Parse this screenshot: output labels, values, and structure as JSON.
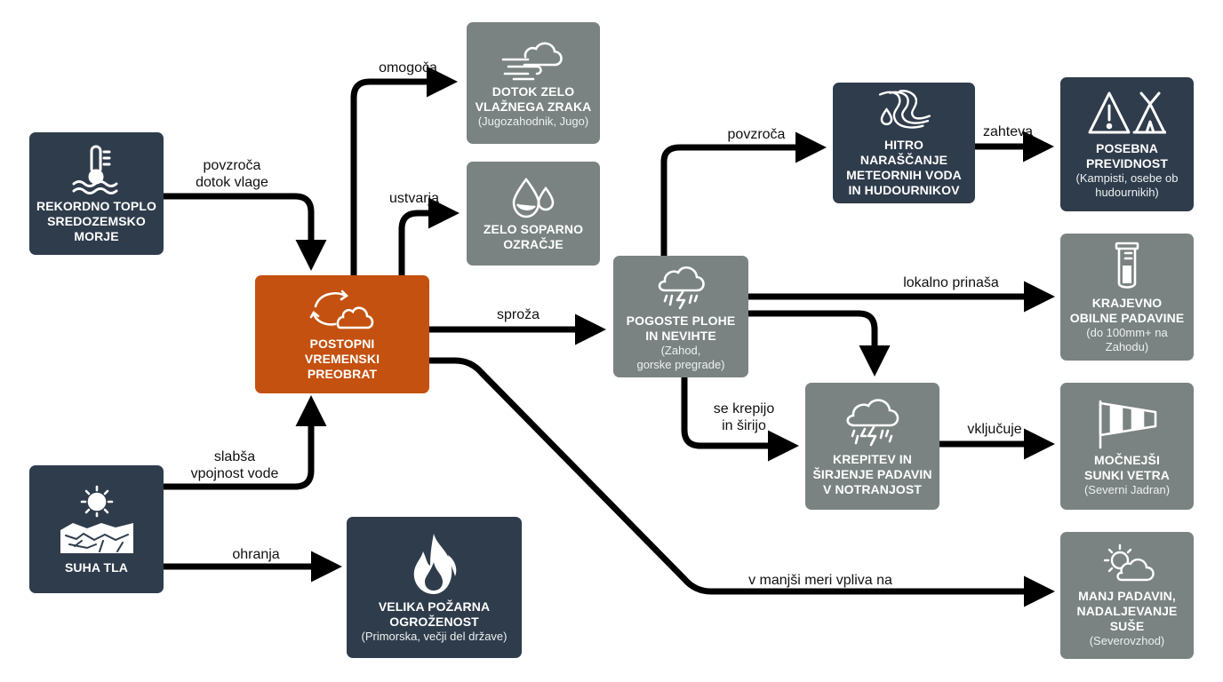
{
  "nodes": {
    "warm_sea": {
      "title": "REKORDNO TOPLO\nSREDOZEMSKO\nMORJE"
    },
    "dry_soil": {
      "title": "SUHA TLA"
    },
    "center": {
      "title": "POSTOPNI\nVREMENSKI\nPREOBRAT"
    },
    "humid_air": {
      "title": "DOTOK ZELO\nVLAŽNEGA ZRAKA",
      "sub": "(Jugozahodnik, Jugo)"
    },
    "sultry": {
      "title": "ZELO SOPARNO\nOZRAČJE"
    },
    "fire": {
      "title": "VELIKA POŽARNA\nOGROŽENOST",
      "sub": "(Primorska, večji del države)"
    },
    "showers": {
      "title": "POGOSTE PLOHE\nIN NEVIHTE",
      "sub": "(Zahod,\ngorske pregrade)"
    },
    "rising": {
      "title": "HITRO NARAŠČANJE\nMETEORNIH VODA\nIN HUDOURNIKOV"
    },
    "caution": {
      "title": "POSEBNA\nPREVIDNOST",
      "sub": "(Kampisti, osebe ob\nhudournikih)"
    },
    "heavy": {
      "title": "KRAJEVNO\nOBILNE PADAVINE",
      "sub": "(do 100mm+ na\nZahodu)"
    },
    "inland": {
      "title": "KREPITEV IN\nŠIRJENJE PADAVIN\nV NOTRANJOST"
    },
    "wind": {
      "title": "MOČNEJŠI\nSUNKI VETRA",
      "sub": "(Severni Jadran)"
    },
    "less_rain": {
      "title": "MANJ PADAVIN,\nNADALJEVANJE\nSUŠE",
      "sub": "(Severovzhod)"
    }
  },
  "edges": {
    "sea_center": "povzroča\ndotok vlage",
    "soil_center": "slabša\nvpojnost vode",
    "soil_fire": "ohranja",
    "center_humid": "omogoča",
    "center_sultry": "ustvarja",
    "center_showers": "sproža",
    "center_less": "v manjši meri vpliva na",
    "showers_rising": "povzroča",
    "rising_caution": "zahteva",
    "showers_heavy": "lokalno prinaša",
    "showers_inland": "se krepijo\nin širijo",
    "inland_wind": "vključuje"
  },
  "icons": {
    "warm_sea": "thermometer-waves-icon",
    "dry_soil": "sun-cracked-soil-icon",
    "center": "cycle-cloud-icon",
    "humid_air": "wind-cloud-icon",
    "sultry": "water-drops-icon",
    "fire": "flame-icon",
    "showers": "thunder-cloud-icon",
    "rising": "flood-stream-icon",
    "caution": "warning-tent-icon",
    "heavy": "rain-gauge-icon",
    "inland": "storm-cloud-icon",
    "wind": "windsock-icon",
    "less_rain": "sun-cloud-icon"
  },
  "colors": {
    "dark": "#2f3c4c",
    "grey": "#7a8381",
    "orange": "#c4510f",
    "arrow": "#000000"
  }
}
